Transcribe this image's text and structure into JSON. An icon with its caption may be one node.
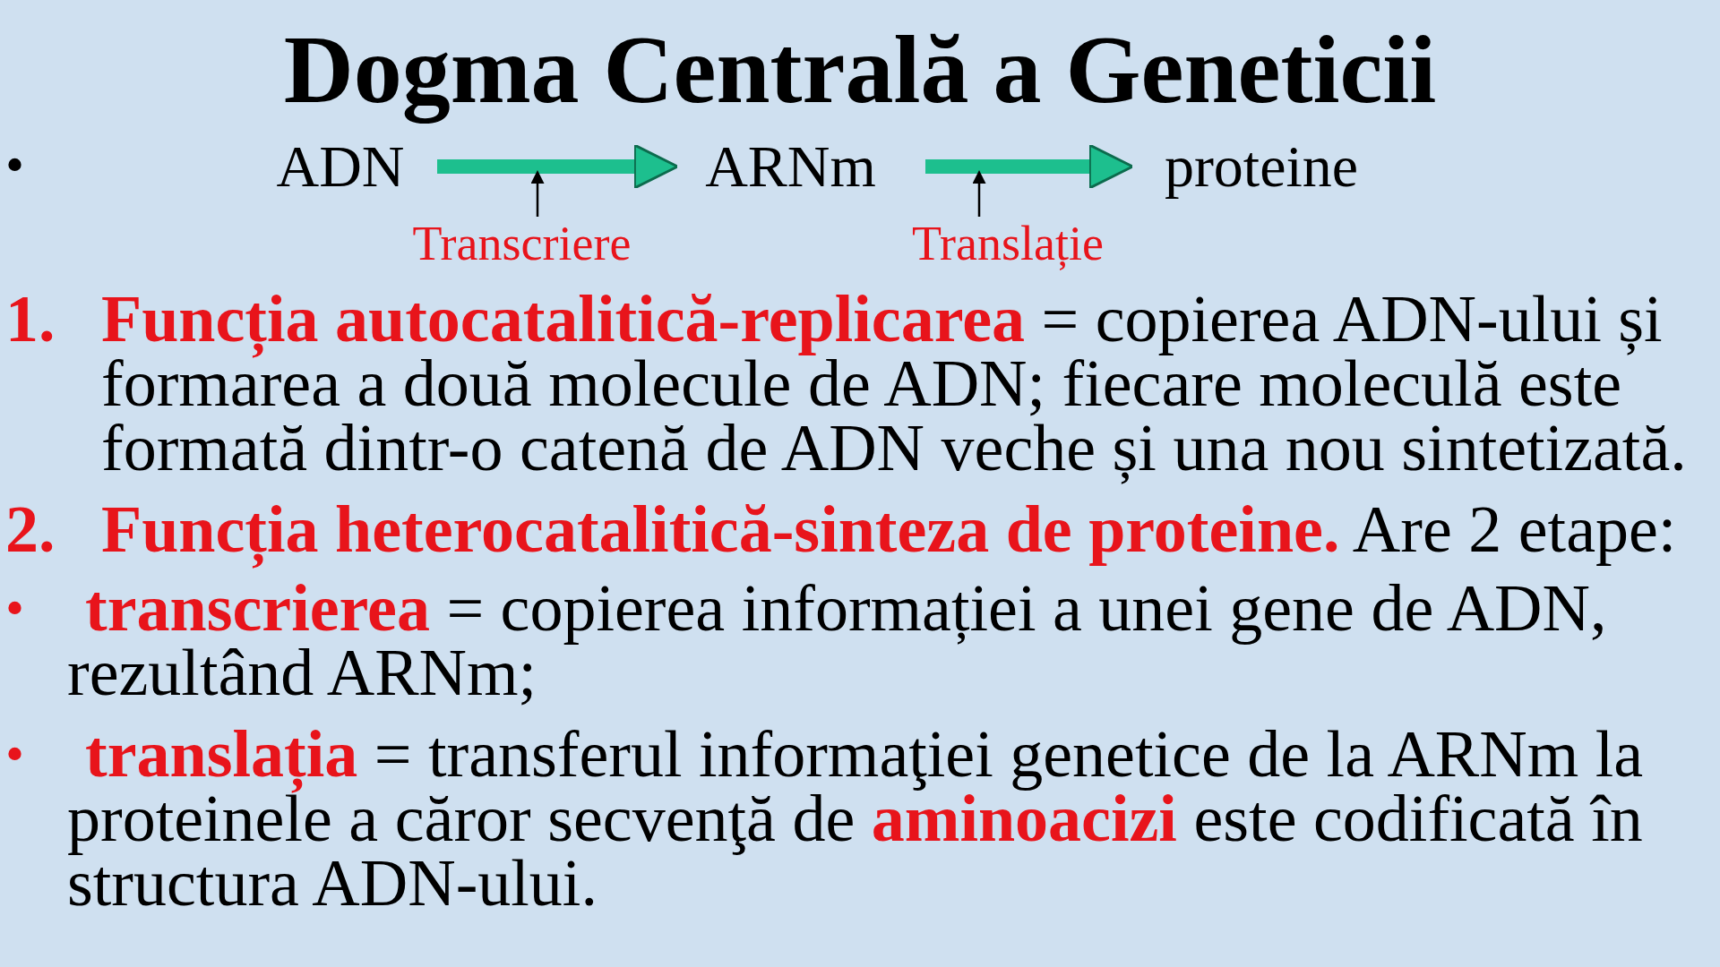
{
  "diagram": {
    "title": "Dogma Centrală a Geneticii",
    "nodes": [
      {
        "text": [
          "ADN"
        ]
      },
      {
        "text": [
          "ARNm"
        ]
      },
      {
        "text": [
          "proteine"
        ]
      },
      {
        "text": [
          "Transcriere"
        ]
      },
      {
        "text": [
          "Translație"
        ]
      }
    ],
    "edges": [
      {
        "from": 0,
        "to": 1,
        "arrow": "to",
        "style": "thick",
        "color": "#1dbf8e"
      },
      {
        "from": 1,
        "to": 2,
        "arrow": "to",
        "style": "thick",
        "color": "#1dbf8e"
      },
      {
        "from": 3,
        "to": null,
        "arrow": "to",
        "color": "#000000"
      },
      {
        "from": 4,
        "to": null,
        "arrow": "to",
        "color": "#000000"
      }
    ],
    "labels": [
      "•",
      "1.",
      "**Funcția autocatalitică-replicarea** = copierea ADN-ului și formarea a două molecule de ADN; fiecare moleculă este formată dintr-o catenă de ADN veche și una nou sintetizată.",
      "2.",
      "**Funcția heterocatalitică-sinteza de proteine.** Are 2 etape:",
      "•",
      "**transcrierea** = copierea informației a unei gene de ADN, rezultând ARNm;",
      "•",
      "**translația** = transferul informaţiei genetice de la ARNm la proteinele a căror secvenţă de **aminoacizi** este codificată în structura ADN-ului."
    ]
  }
}
